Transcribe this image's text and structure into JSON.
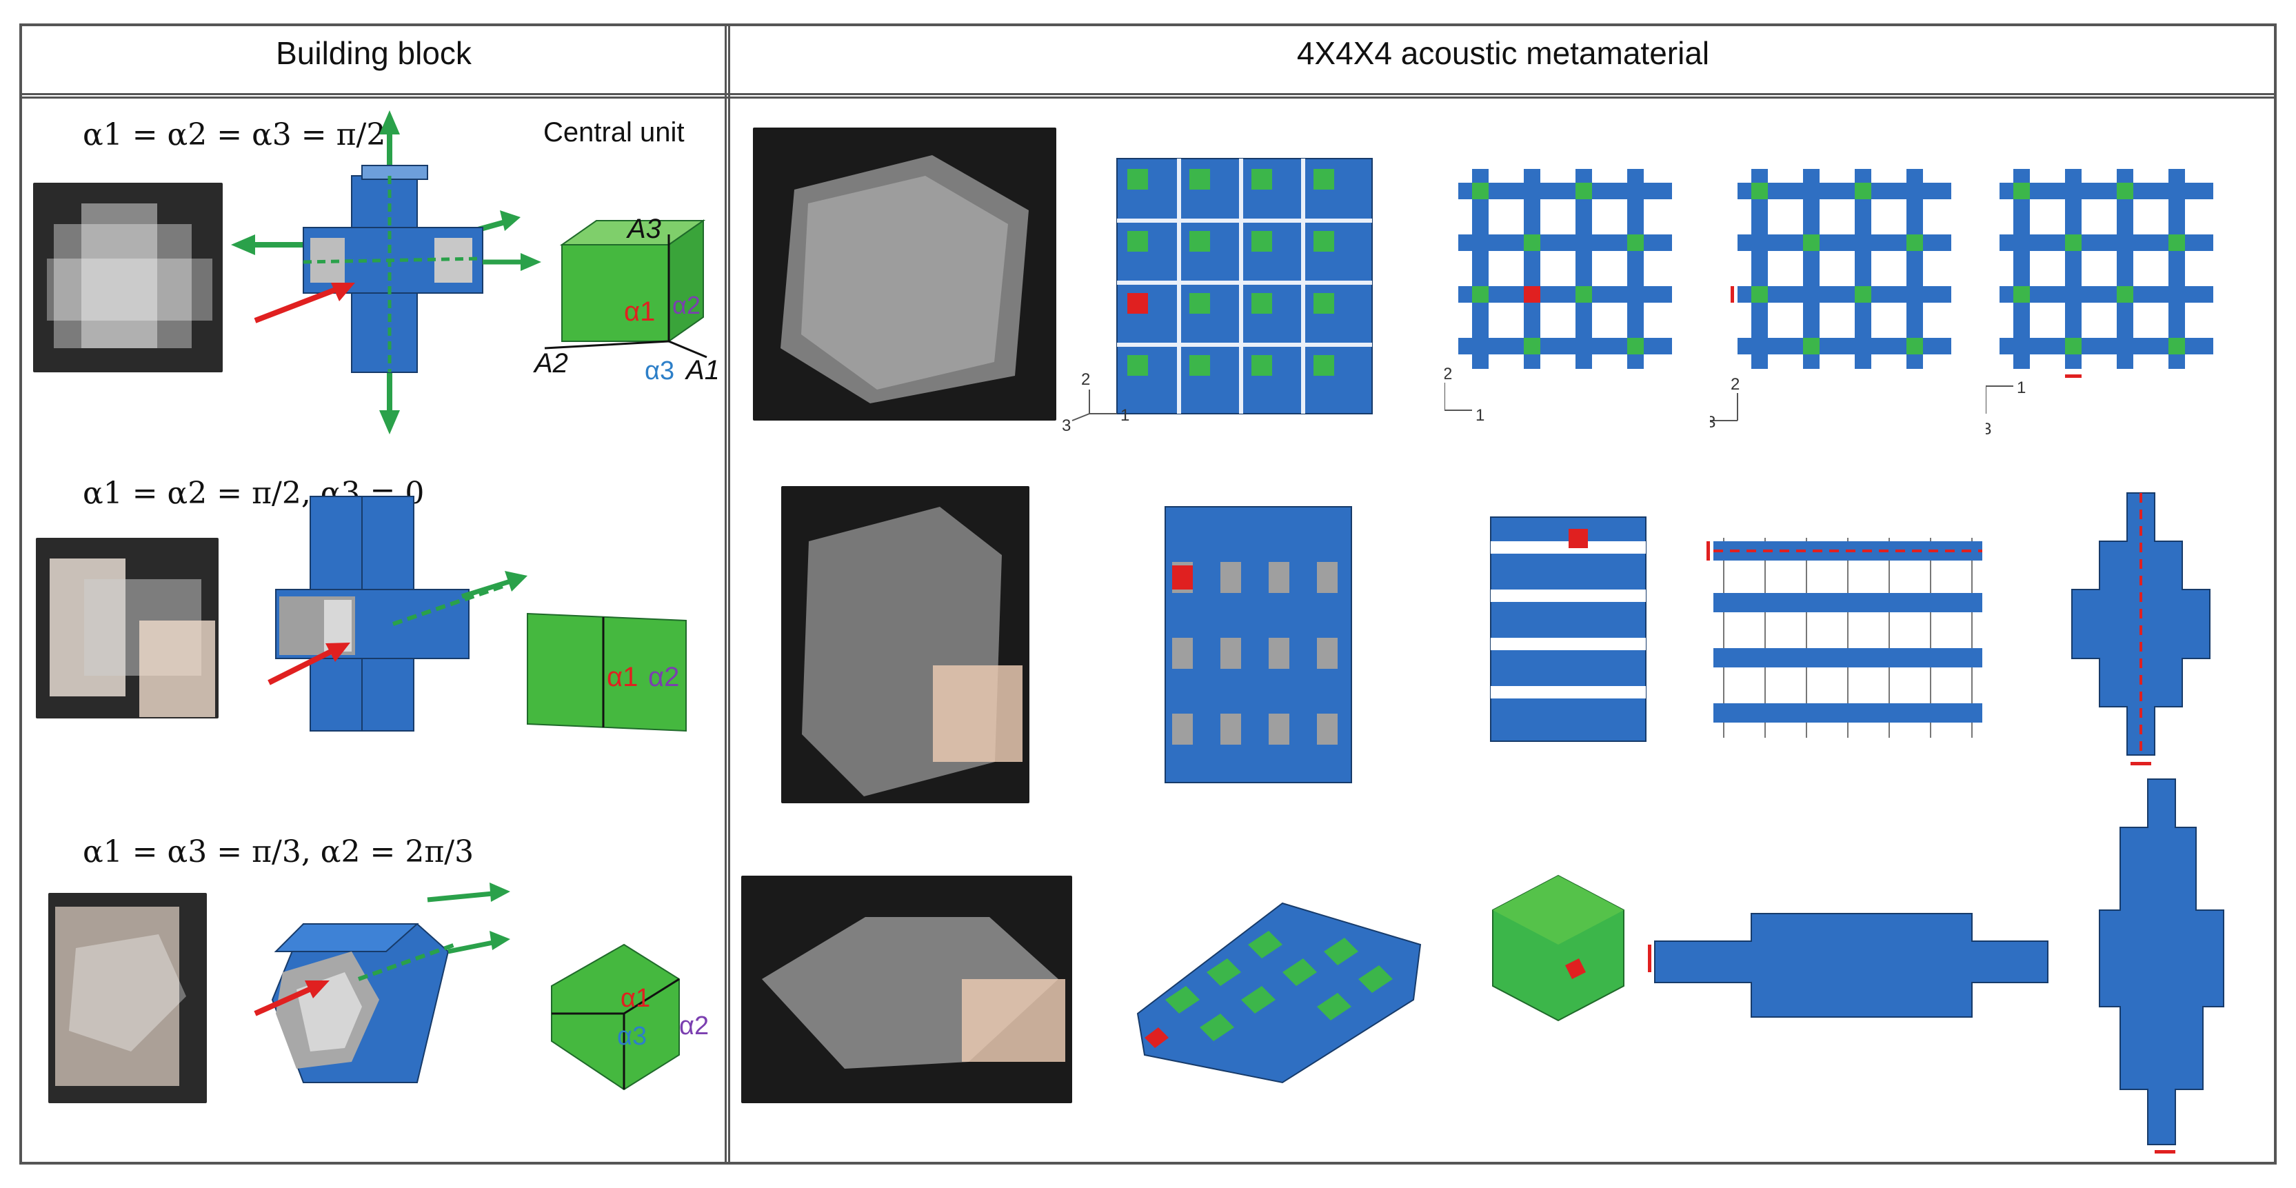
{
  "headers": {
    "left": "Building block",
    "right": "4X4X4 acoustic metamaterial"
  },
  "rows": [
    {
      "equation": "α1 = α2 = α3 = π/2",
      "central_unit_label": "Central unit",
      "cell_labels": [
        "A3",
        "A2",
        "A1",
        "α1",
        "α2",
        "α3"
      ],
      "axis_labels_a": [
        "2",
        "3",
        "1"
      ],
      "axis_labels_b": [
        "2",
        "1"
      ],
      "axis_labels_c": [
        "2",
        "3"
      ],
      "axis_labels_d": [
        "1",
        "3"
      ]
    },
    {
      "equation": "α1 = α2 = π/2, α3 = 0",
      "cell_labels": [
        "α1",
        "α2"
      ]
    },
    {
      "equation": "α1 = α3 = π/3, α2 = 2π/3",
      "cell_labels": [
        "α1",
        "α3",
        "α2"
      ]
    }
  ],
  "colors": {
    "blue": "#2f6fc2",
    "dark_blue": "#1d4f8f",
    "green": "#3cb64a",
    "red": "#e02020",
    "photo_bg": "#1a1a1a",
    "gray": "#9a9a9a",
    "purple": "#7b3fb0",
    "alpha3_blue": "#2d7fc8"
  }
}
